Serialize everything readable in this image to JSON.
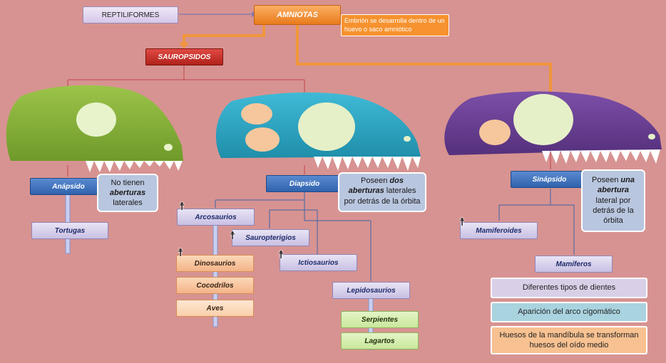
{
  "top": {
    "reptiliformes": "REPTILIFORMES",
    "amniotas": "AMNIOTAS",
    "amniotas_note": "Embrión se desarrolla dentro de un huevo o saco amniótico",
    "sauropsidos": "SAUROPSIDOS"
  },
  "anapsido": {
    "label": "Anápsido",
    "note_pre": "No tienen",
    "note_bold": "aberturas",
    "note_post": "laterales",
    "child": "Tortugas"
  },
  "diapsido": {
    "label": "Diapsido",
    "note_pre": "Poseen ",
    "note_bold": "dos aberturas",
    "note_post": " laterales por detrás de la órbita",
    "arcosaurios": "Arcosaurios",
    "sauropterigios": "Sauropterigios",
    "ictiosaurios": "Ictiosaurios",
    "lepidosaurios": "Lepidosaurios",
    "dinosaurios": "Dinosaurios",
    "cocodrilos": "Cocodrilos",
    "aves": "Aves",
    "serpientes": "Serpientes",
    "lagartos": "Lagartos"
  },
  "sinapsido": {
    "label": "Sinápsido",
    "note_pre": "Poseen ",
    "note_bold": "una abertura",
    "note_post": " lateral por detrás de la órbita",
    "mamiferoides": "Mamiferoides",
    "mamiferos": "Mamíferos",
    "trait1": "Diferentes tipos de dientes",
    "trait2": "Aparición del arco cigomático",
    "trait3": "Huesos de la mandíbula  se transforman huesos del oído medio"
  },
  "extinct_symbol": "☨",
  "colors": {
    "background": "#d79391",
    "skull_green": "#8bb33a",
    "skull_teal": "#2aa6c4",
    "skull_purple": "#6a3f95",
    "orange_accent": "#f08a2a",
    "red_box": "#c8302a"
  }
}
